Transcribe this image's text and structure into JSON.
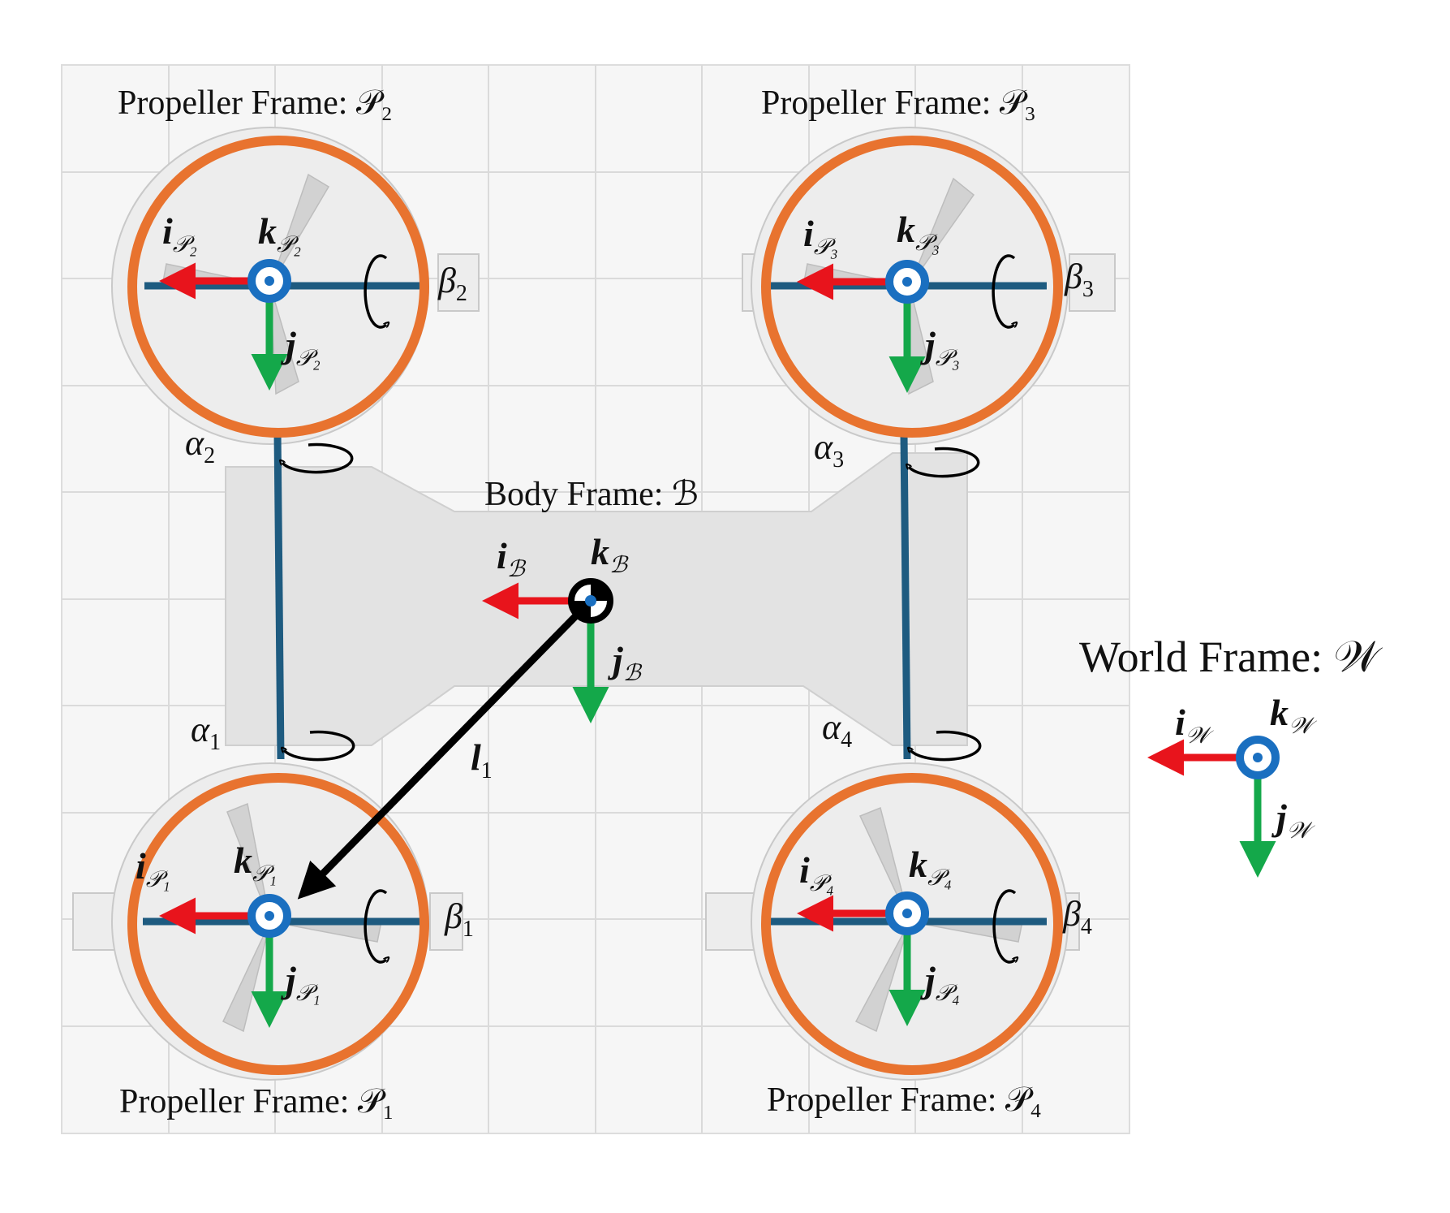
{
  "colors": {
    "ring": "#E8732F",
    "axis_bar": "#1E5B80",
    "x_axis_arrow": "#E8141C",
    "y_axis_arrow": "#14A84A",
    "origin_ring": "#1A6FC0",
    "body_plate": "#E3E3E3",
    "grid": "#DADADA",
    "offset_vector": "#000000"
  },
  "propellers": [
    {
      "label": "Propeller Frame: 𝒫₁",
      "i": "i",
      "i_sub": "𝒫₁",
      "j": "j",
      "j_sub": "𝒫₁",
      "k": "k",
      "k_sub": "𝒫₁",
      "alpha": "α",
      "alpha_sub": "1",
      "beta": "β",
      "beta_sub": "1"
    },
    {
      "label": "Propeller Frame: 𝒫₂",
      "i": "i",
      "i_sub": "𝒫₂",
      "j": "j",
      "j_sub": "𝒫₂",
      "k": "k",
      "k_sub": "𝒫₂",
      "alpha": "α",
      "alpha_sub": "2",
      "beta": "β",
      "beta_sub": "2"
    },
    {
      "label": "Propeller Frame: 𝒫₃",
      "i": "i",
      "i_sub": "𝒫₃",
      "j": "j",
      "j_sub": "𝒫₃",
      "k": "k",
      "k_sub": "𝒫₃",
      "alpha": "α",
      "alpha_sub": "3",
      "beta": "β",
      "beta_sub": "3"
    },
    {
      "label": "Propeller Frame: 𝒫₄",
      "i": "i",
      "i_sub": "𝒫₄",
      "j": "j",
      "j_sub": "𝒫₄",
      "k": "k",
      "k_sub": "𝒫₄",
      "alpha": "α",
      "alpha_sub": "4",
      "beta": "β",
      "beta_sub": "4"
    }
  ],
  "body": {
    "label": "Body Frame: ℬ",
    "i": "i",
    "i_sub": "ℬ",
    "j": "j",
    "j_sub": "ℬ",
    "k": "k",
    "k_sub": "ℬ"
  },
  "offset": {
    "symbol": "l",
    "sub": "1"
  },
  "world": {
    "label": "World Frame: 𝒲",
    "i": "i",
    "i_sub": "𝒲",
    "j": "j",
    "j_sub": "𝒲",
    "k": "k",
    "k_sub": "𝒲"
  }
}
